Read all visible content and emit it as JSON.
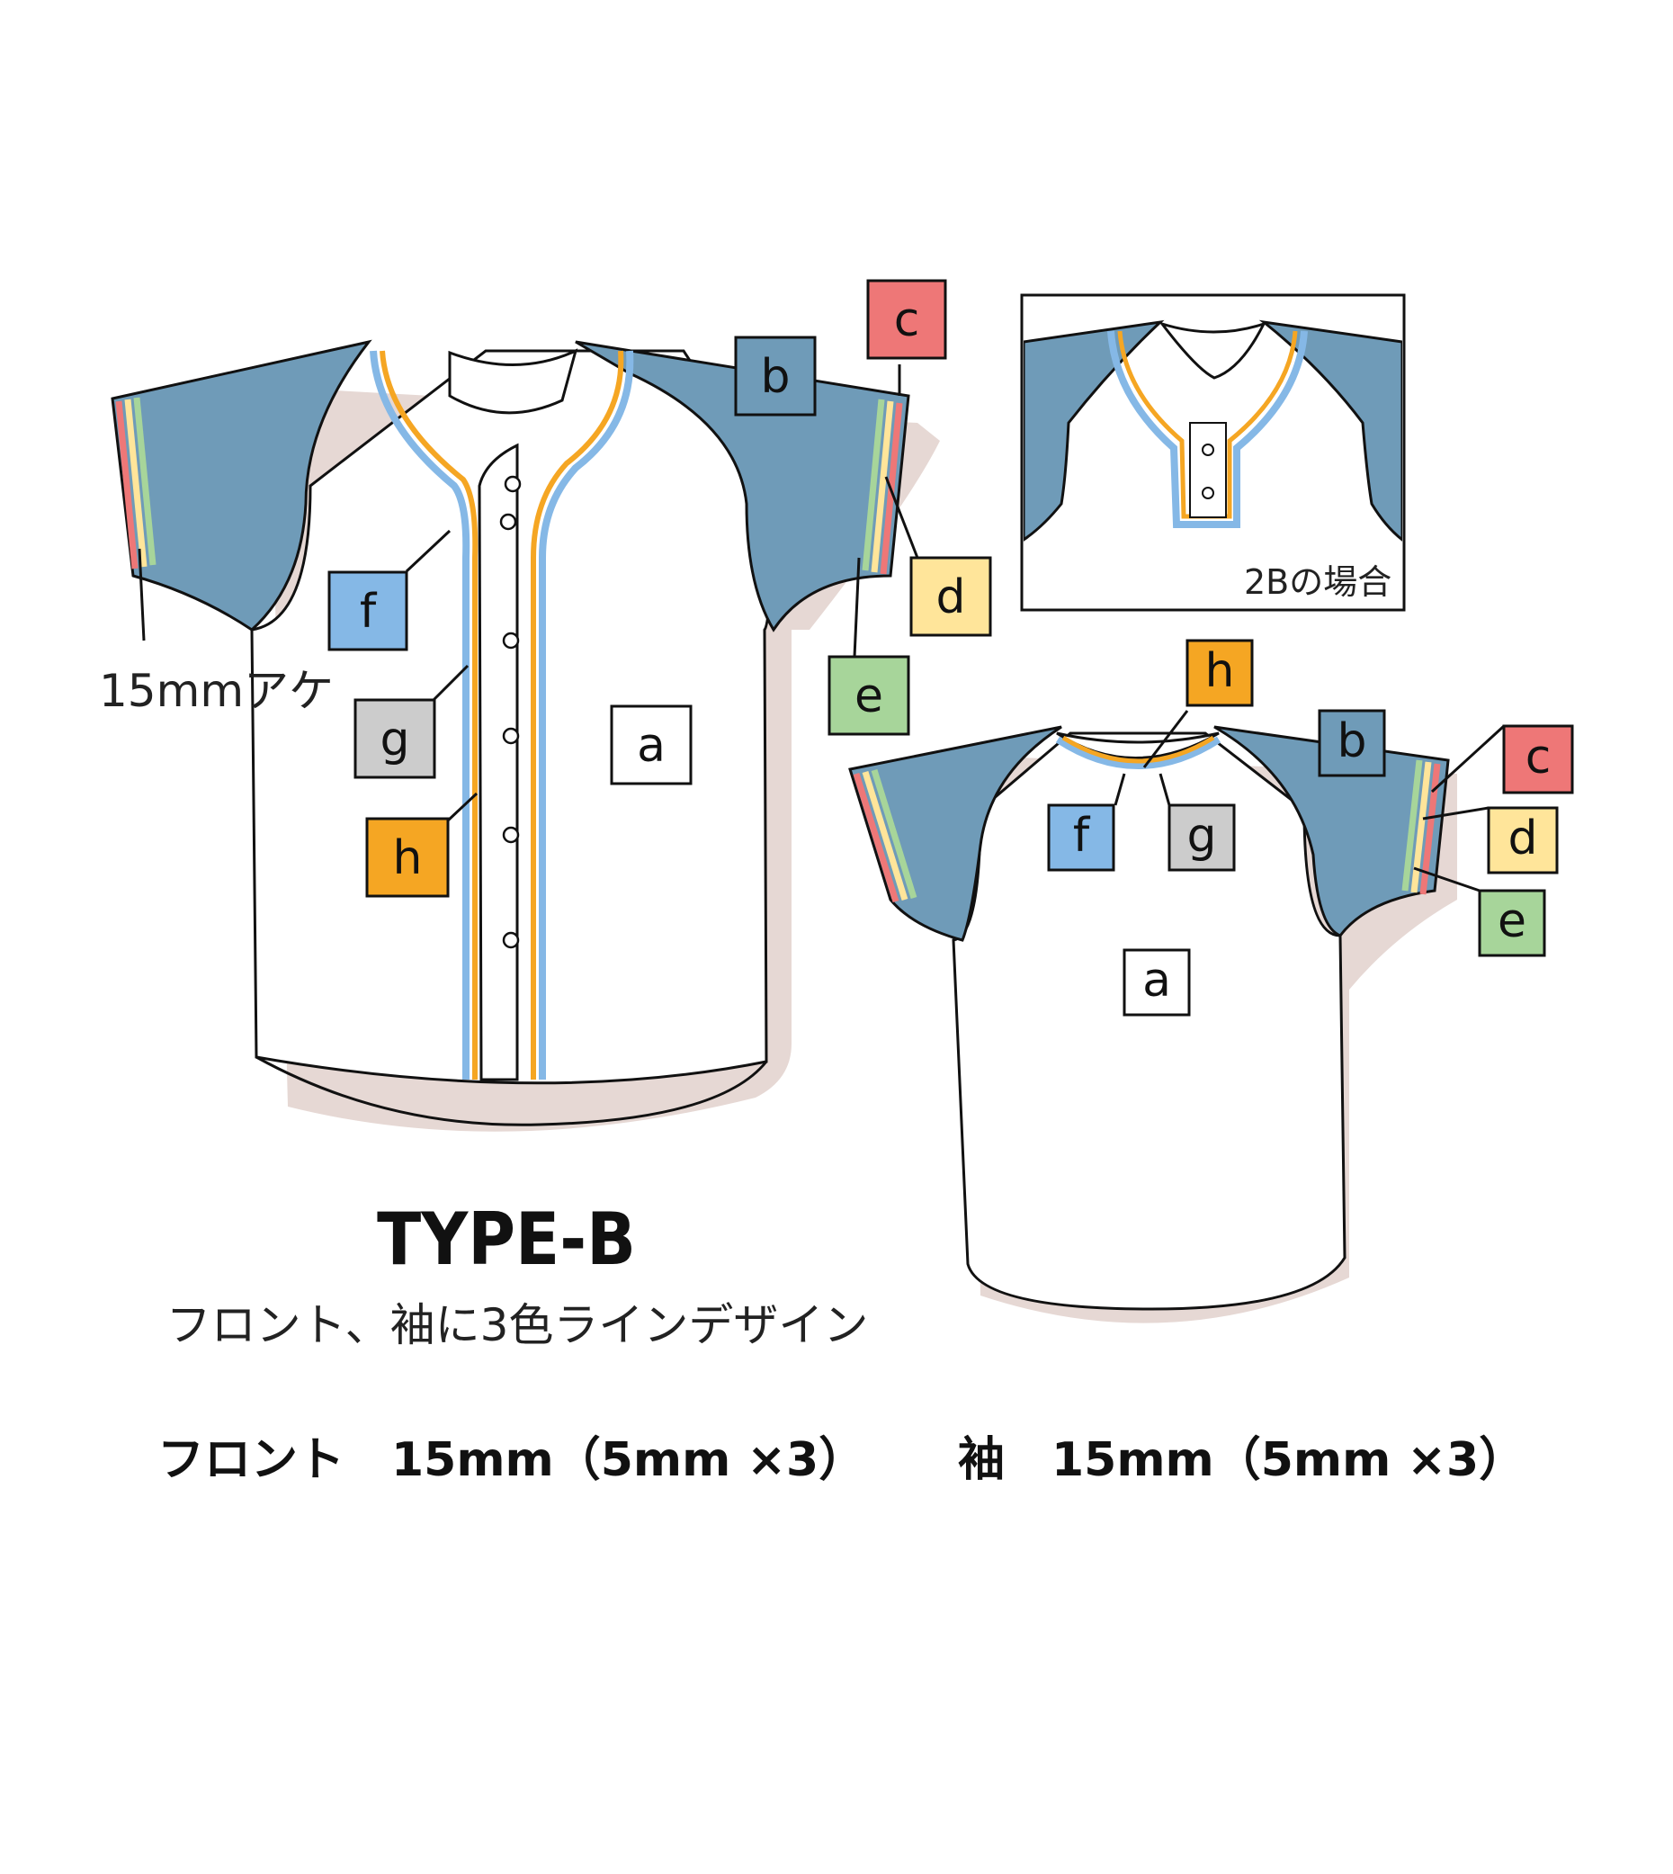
{
  "title": "TYPE-B",
  "subtitle": "フロント、袖に3色ラインデザイン",
  "spec_front": "フロント　15mm（5mm ×3）",
  "spec_sleeve": "袖　15mm（5mm ×3）",
  "gap_note": "15mmアケ",
  "inset_caption": "2Bの場合",
  "colors": {
    "a": "#ffffff",
    "b": "#6f9bb8",
    "c": "#ee7777",
    "d": "#ffe59a",
    "e": "#a7d59a",
    "f": "#85b8e6",
    "g": "#cccccc",
    "h": "#f5a623",
    "shadow": "#e6d8d4",
    "outline": "#111111"
  },
  "parts": [
    {
      "key": "a",
      "label": "a"
    },
    {
      "key": "b",
      "label": "b"
    },
    {
      "key": "c",
      "label": "c"
    },
    {
      "key": "d",
      "label": "d"
    },
    {
      "key": "e",
      "label": "e"
    },
    {
      "key": "f",
      "label": "f"
    },
    {
      "key": "g",
      "label": "g"
    },
    {
      "key": "h",
      "label": "h"
    }
  ]
}
